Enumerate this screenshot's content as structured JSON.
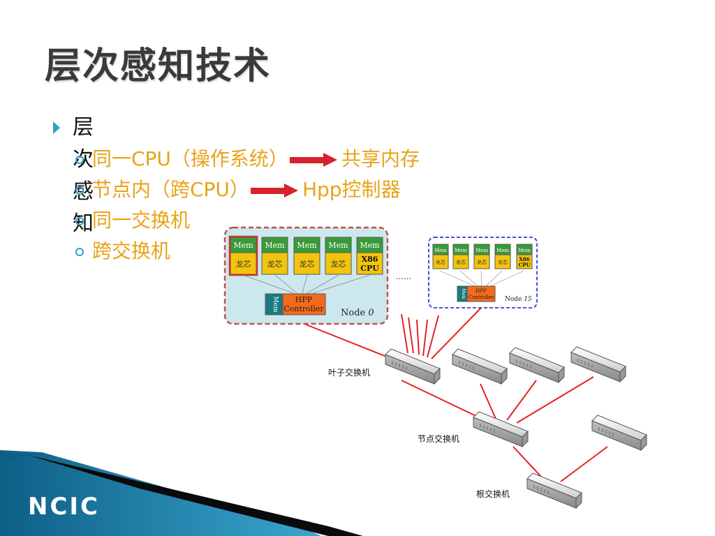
{
  "slide": {
    "title": "层次感知技术",
    "bullet_main": "层次感知",
    "items": [
      {
        "text": "同一CPU（操作系统）",
        "after": "共享内存"
      },
      {
        "text": "节点内（跨CPU）",
        "after": "Hpp控制器"
      },
      {
        "text": "同一交换机"
      },
      {
        "text": "跨交换机"
      }
    ]
  },
  "diagram": {
    "mem": "Mem",
    "core": "龙芯",
    "x86_line1": "X86",
    "x86_line2": "CPU",
    "hpp_line1": "HPP",
    "hpp_line2": "Controller",
    "node0_label": "Node",
    "node0_num": "0",
    "node15_label": "Node",
    "node15_num": "15",
    "ellipsis": "……",
    "leaf_switch": "叶子交换机",
    "node_switch": "节点交换机",
    "root_switch": "根交换机"
  },
  "footer": {
    "brand": "NCIC"
  },
  "colors": {
    "title": "#3a3a3a",
    "accent": "#e8a317",
    "bullet": "#2fa3c8",
    "arrow": "#d8222b",
    "mem_green": "#3a9a3a",
    "core_yellow": "#f2c40e",
    "hpp_orange": "#f26b1c",
    "mem_teal": "#1a7a80",
    "link_red": "#e52222"
  }
}
